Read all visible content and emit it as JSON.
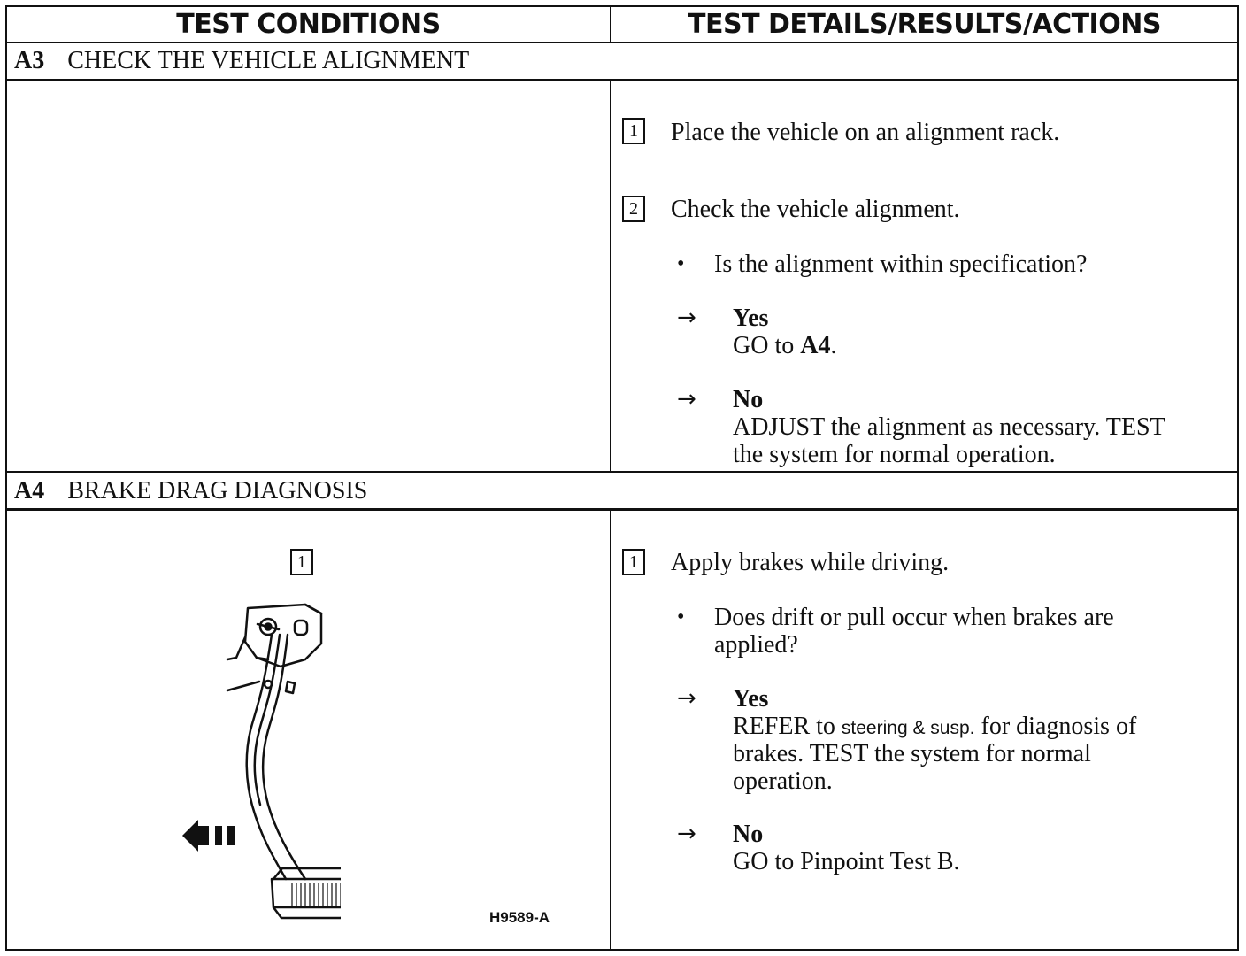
{
  "header": {
    "left": "TEST CONDITIONS",
    "right": "TEST DETAILS/RESULTS/ACTIONS"
  },
  "a3": {
    "id": "A3",
    "title": "CHECK THE VEHICLE ALIGNMENT",
    "step1": {
      "num": "1",
      "text": "Place the vehicle on an alignment rack."
    },
    "step2": {
      "num": "2",
      "text": "Check the vehicle alignment."
    },
    "bullet": "•",
    "question": "Is the alignment within specification?",
    "arrow": "→",
    "yes": {
      "label": "Yes",
      "action_prefix": "GO to ",
      "action_target": "A4",
      "action_suffix": "."
    },
    "no": {
      "label": "No",
      "line1": "ADJUST the alignment as necessary. TEST",
      "line2": "the system for normal operation."
    }
  },
  "a4": {
    "id": "A4",
    "title": "BRAKE DRAG DIAGNOSIS",
    "figure": {
      "step_num": "1",
      "code": "H9589-A"
    },
    "step1": {
      "num": "1",
      "text": "Apply brakes while driving."
    },
    "bullet": "•",
    "question_line1": "Does drift or pull occur when brakes are",
    "question_line2": "applied?",
    "arrow": "→",
    "yes": {
      "label": "Yes",
      "line1_prefix": "REFER to ",
      "line1_small": "steering & susp.",
      "line1_suffix": " for diagnosis of",
      "line2": "brakes. TEST the system for normal",
      "line3": "operation."
    },
    "no": {
      "label": "No",
      "line1": "GO to Pinpoint Test B."
    }
  }
}
